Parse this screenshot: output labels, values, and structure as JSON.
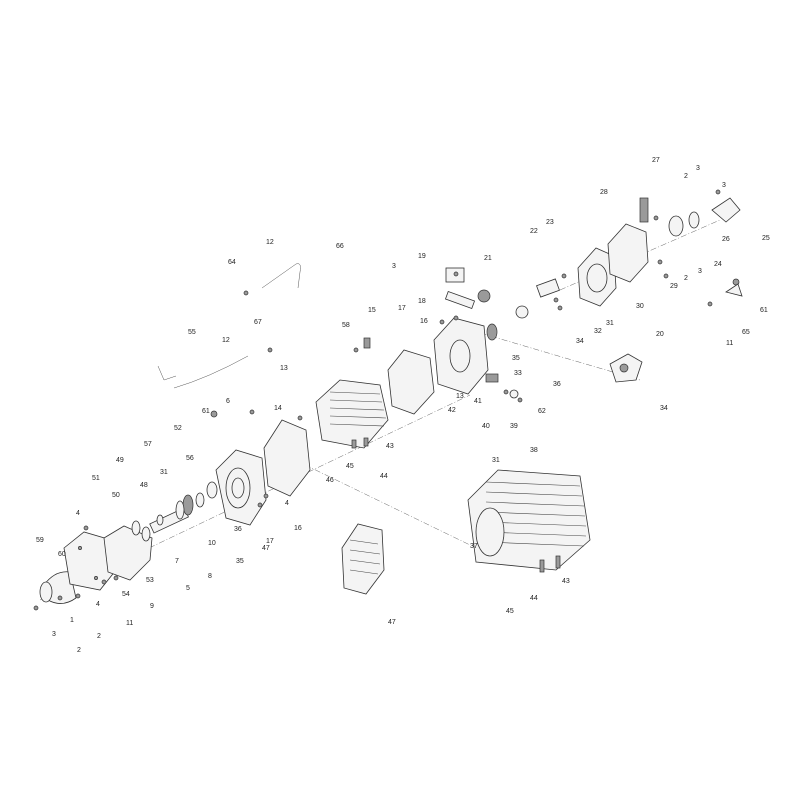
{
  "labels": [
    "1",
    "2",
    "3",
    "4",
    "5",
    "6",
    "7",
    "8",
    "9",
    "10",
    "11",
    "12",
    "13",
    "14",
    "15",
    "16",
    "17",
    "18",
    "19",
    "20",
    "21",
    "22",
    "23",
    "24",
    "25",
    "26",
    "27",
    "28",
    "29",
    "30",
    "31",
    "32",
    "33",
    "34",
    "35",
    "36",
    "37",
    "38",
    "39",
    "40",
    "41",
    "42",
    "43",
    "44",
    "45",
    "46",
    "47",
    "48",
    "49",
    "50",
    "51",
    "52",
    "53",
    "54",
    "55",
    "56",
    "57",
    "58",
    "59",
    "60",
    "61",
    "62",
    "64",
    "65",
    "66",
    "67"
  ]
}
